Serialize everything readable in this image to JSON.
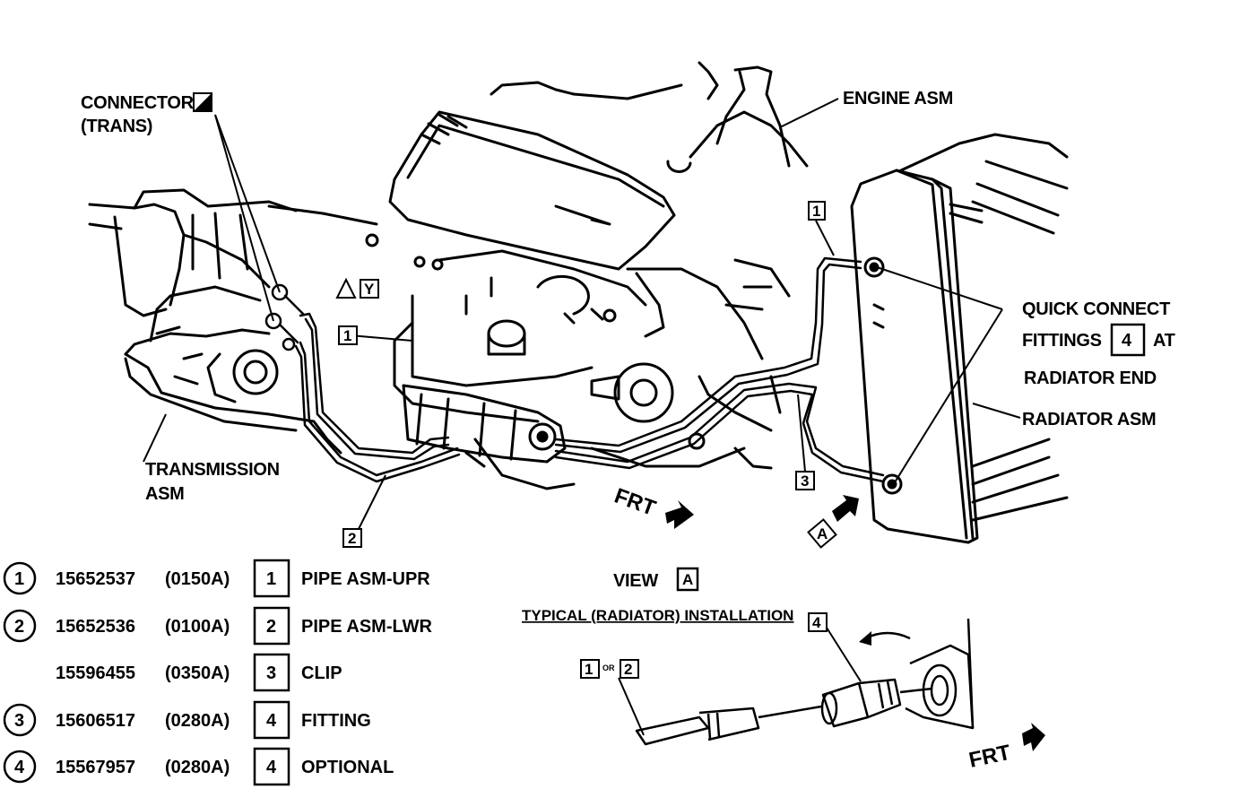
{
  "labels": {
    "connector_line1": "CONNECTOR",
    "connector_line2": "(TRANS)",
    "engine_asm": "ENGINE ASM",
    "quick_connect_line1": "QUICK CONNECT",
    "quick_connect_line2_pre": "FITTINGS",
    "quick_connect_box": "4",
    "quick_connect_line2_post": "AT",
    "quick_connect_line3": "RADIATOR END",
    "radiator_asm": "RADIATOR ASM",
    "transmission_line1": "TRANSMISSION",
    "transmission_line2": "ASM",
    "frt_main": "FRT",
    "frt_view": "FRT",
    "view_a_box": "A",
    "view_a_arrow_box": "A",
    "y_box": "Y",
    "view_title": "VIEW",
    "view_title_box": "A",
    "view_subtitle": "TYPICAL (RADIATOR) INSTALLATION",
    "or_text": "OR"
  },
  "callouts": {
    "c1_top": "1",
    "c1_mid": "1",
    "c2": "2",
    "c3": "3",
    "view_c4": "4",
    "view_c1": "1",
    "view_c2": "2"
  },
  "parts_table": [
    {
      "circle": "1",
      "part": "15652537",
      "code": "(0150A)",
      "box": "1",
      "desc": "PIPE ASM-UPR"
    },
    {
      "circle": "2",
      "part": "15652536",
      "code": "(0100A)",
      "box": "2",
      "desc": "PIPE ASM-LWR"
    },
    {
      "circle": "",
      "part": "15596455",
      "code": "(0350A)",
      "box": "3",
      "desc": "CLIP"
    },
    {
      "circle": "3",
      "part": "15606517",
      "code": "(0280A)",
      "box": "4",
      "desc": "FITTING"
    },
    {
      "circle": "4",
      "part": "15567957",
      "code": "(0280A)",
      "box": "4",
      "desc": "OPTIONAL"
    }
  ]
}
